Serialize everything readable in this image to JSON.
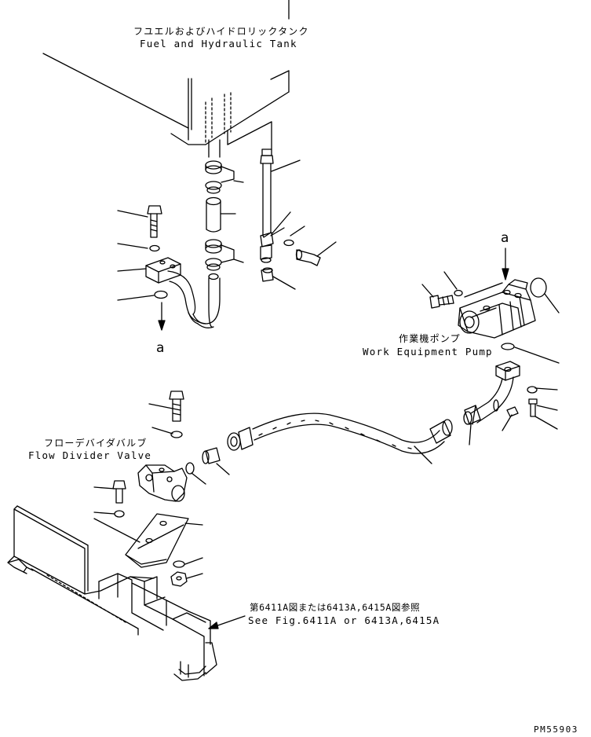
{
  "labels": {
    "tank_jp": "フユエルおよびハイドロリックタンク",
    "tank_en": "Fuel and Hydraulic Tank",
    "pump_jp": "作業機ポンプ",
    "pump_en": "Work Equipment Pump",
    "divider_jp": "フローデバイダバルブ",
    "divider_en": "Flow Divider Valve",
    "ref_jp": "第6411A図または6413A,6415A図参照",
    "ref_en": "See Fig.6411A or 6413A,6415A",
    "callout_a_top": "a",
    "callout_a_left": "a",
    "drawing_id": "PM55903"
  }
}
